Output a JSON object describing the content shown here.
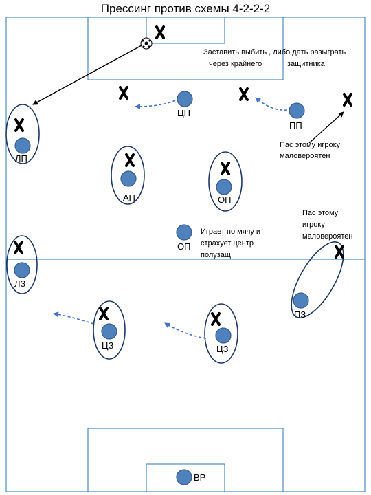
{
  "title": "Прессинг против схемы 4-2-2-2",
  "notes": {
    "force_line1": "Заставить выбить , либо дать разыграть",
    "force_line2a": "через крайнего",
    "force_line2b": "защитника",
    "unlikely_pp_1": "Пас этому игроку",
    "unlikely_pp_2": "маловероятен",
    "op_center_1": "Играет по мячу и",
    "op_center_2": "страхует центр",
    "op_center_3": "полузащ",
    "unlikely_pz_1": "Пас этому",
    "unlikely_pz_2": "игроку",
    "unlikely_pz_3": "маловероятен"
  },
  "players": {
    "cn": "ЦН",
    "pp": "ПП",
    "lp": "ЛП",
    "ap": "АП",
    "op_right": "ОП",
    "op_center": "ОП",
    "lz": "ЛЗ",
    "pz": "ПЗ",
    "cz_left": "ЦЗ",
    "cz_right": "ЦЗ",
    "vr": "ВР"
  },
  "colors": {
    "player_fill": "#4f81bd",
    "player_stroke": "#385d8a",
    "ellipse_stroke": "#1f3864",
    "field_line": "#2e74b5",
    "dash_arrow": "#4472c4",
    "opponent": "#000000"
  },
  "icons": [
    "ball-icon",
    "opponent-x-icon"
  ]
}
